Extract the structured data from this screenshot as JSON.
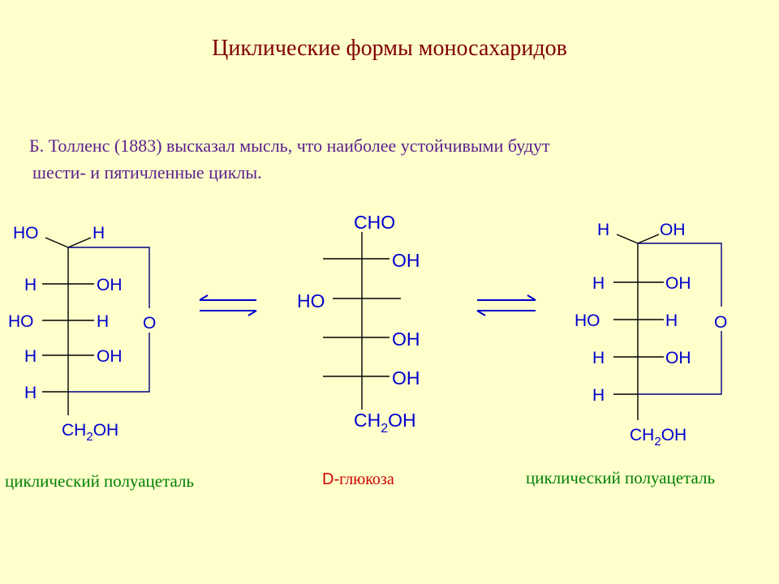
{
  "slide": {
    "title": "Циклические формы моносахаридов",
    "intro_line1": "Б. Толленс (1883) высказал мысль, что наиболее устойчивыми будут",
    "intro_line2": "шести-  и пятичленные циклы."
  },
  "left_structure": {
    "top_left": "HO",
    "top_right": "H",
    "r1_left": "H",
    "r1_right": "OH",
    "r2_left": "HO",
    "r2_right": "H",
    "r3_left": "H",
    "r3_right": "OH",
    "r4_left": "H",
    "ring_oxygen": "O",
    "bottom_ch": "CH",
    "bottom_sub": "2",
    "bottom_oh": "OH",
    "caption": "циклический полуацеталь"
  },
  "center_structure": {
    "top": "CHO",
    "r1_right": "OH",
    "r2_left": "HO",
    "r3_right": "OH",
    "r4_right": "OH",
    "bottom_ch": "CH",
    "bottom_sub": "2",
    "bottom_oh": "OH",
    "caption_prefix": "D-",
    "caption_rest": "глюкоза"
  },
  "right_structure": {
    "top_left": "H",
    "top_right": "OH",
    "r1_left": "H",
    "r1_right": "OH",
    "r2_left": "HO",
    "r2_right": "H",
    "r3_left": "H",
    "r3_right": "OH",
    "r4_left": "H",
    "ring_oxygen": "O",
    "bottom_ch": "CH",
    "bottom_sub": "2",
    "bottom_oh": "OH",
    "caption": "циклический полуацеталь"
  },
  "colors": {
    "background": "#ffffcc",
    "title": "#800000",
    "intro": "#5a1f8c",
    "chem_labels": "#0000cc",
    "caption_green": "#008000",
    "caption_red": "#cc0000"
  }
}
